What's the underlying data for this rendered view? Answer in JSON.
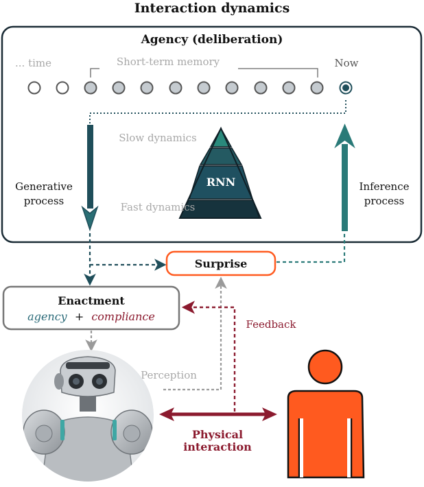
{
  "title": "Interaction dynamics",
  "agency": {
    "title": "Agency (deliberation)",
    "time_label": "... time",
    "memory_label": "Short-term memory",
    "now_label": "Now",
    "slow_label": "Slow dynamics",
    "fast_label": "Fast dynamics",
    "rnn_label": "RNN",
    "generative_line1": "Generative",
    "generative_line2": "process",
    "inference_line1": "Inference",
    "inference_line2": "process"
  },
  "surprise_label": "Surprise",
  "enactment": {
    "title": "Enactment",
    "agency_word": "agency",
    "plus": "+",
    "compliance_word": "compliance"
  },
  "feedback_label": "Feedback",
  "perception_label": "Perception",
  "physical_line1": "Physical",
  "physical_line2": "interaction",
  "colors": {
    "dark_teal": "#1f4e5a",
    "teal": "#2a7a78",
    "orange": "#ff5a1f",
    "maroon": "#8b1a2e",
    "gray_text": "#a8a8a8",
    "node_fill": "#c5cbd0"
  }
}
